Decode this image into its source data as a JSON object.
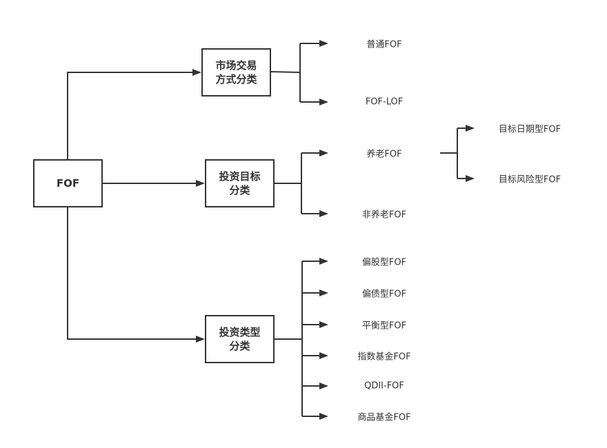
{
  "root": {
    "label": "FOF"
  },
  "categories": [
    {
      "label": "市场交易\n方式分类",
      "children": [
        "普通FOF",
        "FOF-LOF"
      ]
    },
    {
      "label": "投资目标\n分类",
      "children": [
        "养老FOF",
        "非养老FOF"
      ],
      "sub": {
        "parent": "养老FOF",
        "children": [
          "目标日期型FOF",
          "目标风险型FOF"
        ]
      }
    },
    {
      "label": "投资类型\n分类",
      "children": [
        "偏股型FOF",
        "偏债型FOF",
        "平衡型FOF",
        "指数基金FOF",
        "QDII-FOF",
        "商品基金FOF"
      ]
    }
  ]
}
